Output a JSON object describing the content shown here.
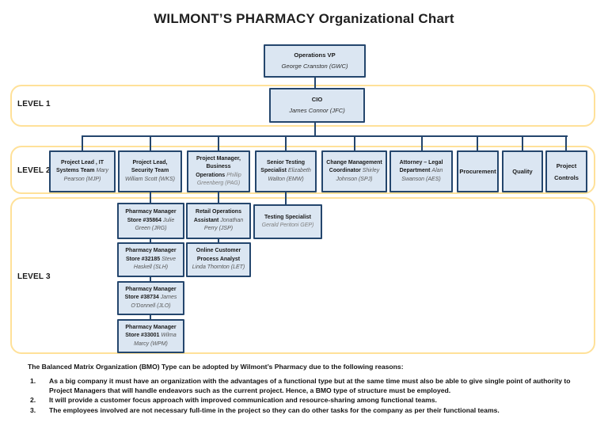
{
  "page": {
    "title": "WILMONT’S PHARMACY Organizational  Chart"
  },
  "colors": {
    "box_fill": "#dbe6f2",
    "box_border": "#24466d",
    "band_border": "#ffe199",
    "name_text": "#595959",
    "connector": "#24466d"
  },
  "org": {
    "top_box": {
      "title": "Operations VP",
      "name": "George Cranston (GWC)"
    },
    "level1": {
      "label": "LEVEL 1",
      "box": {
        "title": "CIO",
        "name": "James Connor (JFC)"
      }
    },
    "level2": {
      "label": "LEVEL 2",
      "boxes": [
        {
          "title": "Project Lead , IT Systems Team",
          "name": "Mary Pearson (MJP)"
        },
        {
          "title": "Project Lead, Security Team",
          "name": "William Scott (WKS)"
        },
        {
          "title": "Project Manager, Business Operations",
          "name": "Phillip Greenberg (PAG)"
        },
        {
          "title": "Senior Testing Specialist",
          "name": "Elizabeth Walton (EMW)"
        },
        {
          "title": "Change Management Coordinator",
          "name": "Shirley Johnson (SPJ)"
        },
        {
          "title": "Attorney – Legal Department",
          "name": "Alan Swanson (AES)"
        },
        {
          "title": "Procurement",
          "name": ""
        },
        {
          "title": "Quality",
          "name": ""
        },
        {
          "title": "Project Controls",
          "name": ""
        }
      ]
    },
    "level3": {
      "label": "LEVEL 3",
      "boxes": [
        {
          "title": "Pharmacy Manager Store #35864",
          "name": "Julie Green (JRG)"
        },
        {
          "title": "Pharmacy Manager Store #32185",
          "name": "Steve Haskell (SLH)"
        },
        {
          "title": "Pharmacy Manager Store #38734",
          "name": "James O’Donnell (JLO)"
        },
        {
          "title": "Pharmacy Manager Store #33001",
          "name": "Wilma Marcy (WPM)"
        },
        {
          "title": "Retail Operations Assistant",
          "name": "Jonathan Perry (JSP)"
        },
        {
          "title": "Online Customer Process Analyst",
          "name": "Linda Thornton (LET)"
        },
        {
          "title": "Testing Specialist",
          "name": "Gerald Peritoni GEP)"
        }
      ]
    }
  },
  "notes": {
    "intro": "The Balanced Matrix Organization (BMO) Type  can be adopted  by Wilmont’s Pharmacy due to the following reasons:",
    "items": [
      {
        "num": "1.",
        "text": "As a big company it must have an organization with the advantages of a functional type but at the same time must also be able to give single point of authority to Project Managers that will handle endeavors such as the current project. Hence, a BMO type of structure must be employed."
      },
      {
        "num": "2.",
        "text": "It will provide a customer focus approach with improved communication and resource-sharing among functional teams."
      },
      {
        "num": "3.",
        "text": "The employees involved are not necessary full-time in the project so they can do other tasks for the company as per their functional teams."
      }
    ]
  }
}
